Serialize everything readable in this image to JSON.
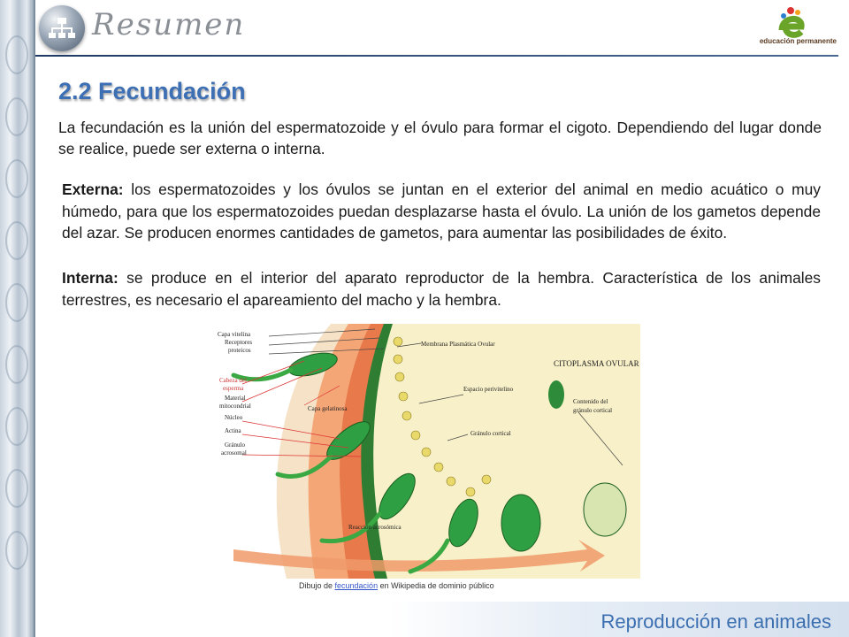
{
  "header": {
    "title": "Resumen",
    "logo_text": "educación permanente"
  },
  "slide": {
    "title": "2.2 Fecundación",
    "intro": "La fecundación es la unión del espermatozoide y el óvulo para formar el cigoto. Dependiendo del lugar donde se realice, puede ser externa o interna.",
    "externa_label": "Externa:",
    "externa_text": " los espermatozoides y los óvulos se juntan en el exterior del animal en medio acuático o muy húmedo, para que los espermatozoides puedan desplazarse hasta el óvulo. La unión de los gametos depende del azar. Se producen enormes cantidades de gametos, para aumentar las posibilidades de éxito.",
    "interna_label": "Interna:",
    "interna_text": " se produce en el interior del aparato reproductor de la hembra. Característica de los animales terrestres, es necesario el apareamiento del macho y la hembra."
  },
  "figure": {
    "labels": {
      "capa_vitelina": "Capa vitelina",
      "receptores": "Receptores",
      "proteicos": "proteicos",
      "cabeza": "Cabeza del",
      "esperma": "esperma",
      "material": "Material",
      "mitocondrial": "mitocondrial",
      "nucleo": "Núcleo",
      "actina": "Actina",
      "granulo": "Gránulo",
      "acrosomal": "acrosomal",
      "capa_gelatinosa": "Capa gelatinosa",
      "membrana": "Membrana Plasmática Ovular",
      "citoplasma": "CITOPLASMA OVULAR",
      "espacio": "Espacio perivitelino",
      "contenido": "Contenido del",
      "granulo_cortical_2": "gránulo cortical",
      "granulo_cortical": "Gránulo cortical",
      "reaccion": "Reacción acrosómica"
    }
  },
  "caption": {
    "prefix": "Dibujo de ",
    "link": "fecundación",
    "suffix": " en Wikipedia de dominio público"
  },
  "footer": {
    "text": "Reproducción en animales"
  }
}
